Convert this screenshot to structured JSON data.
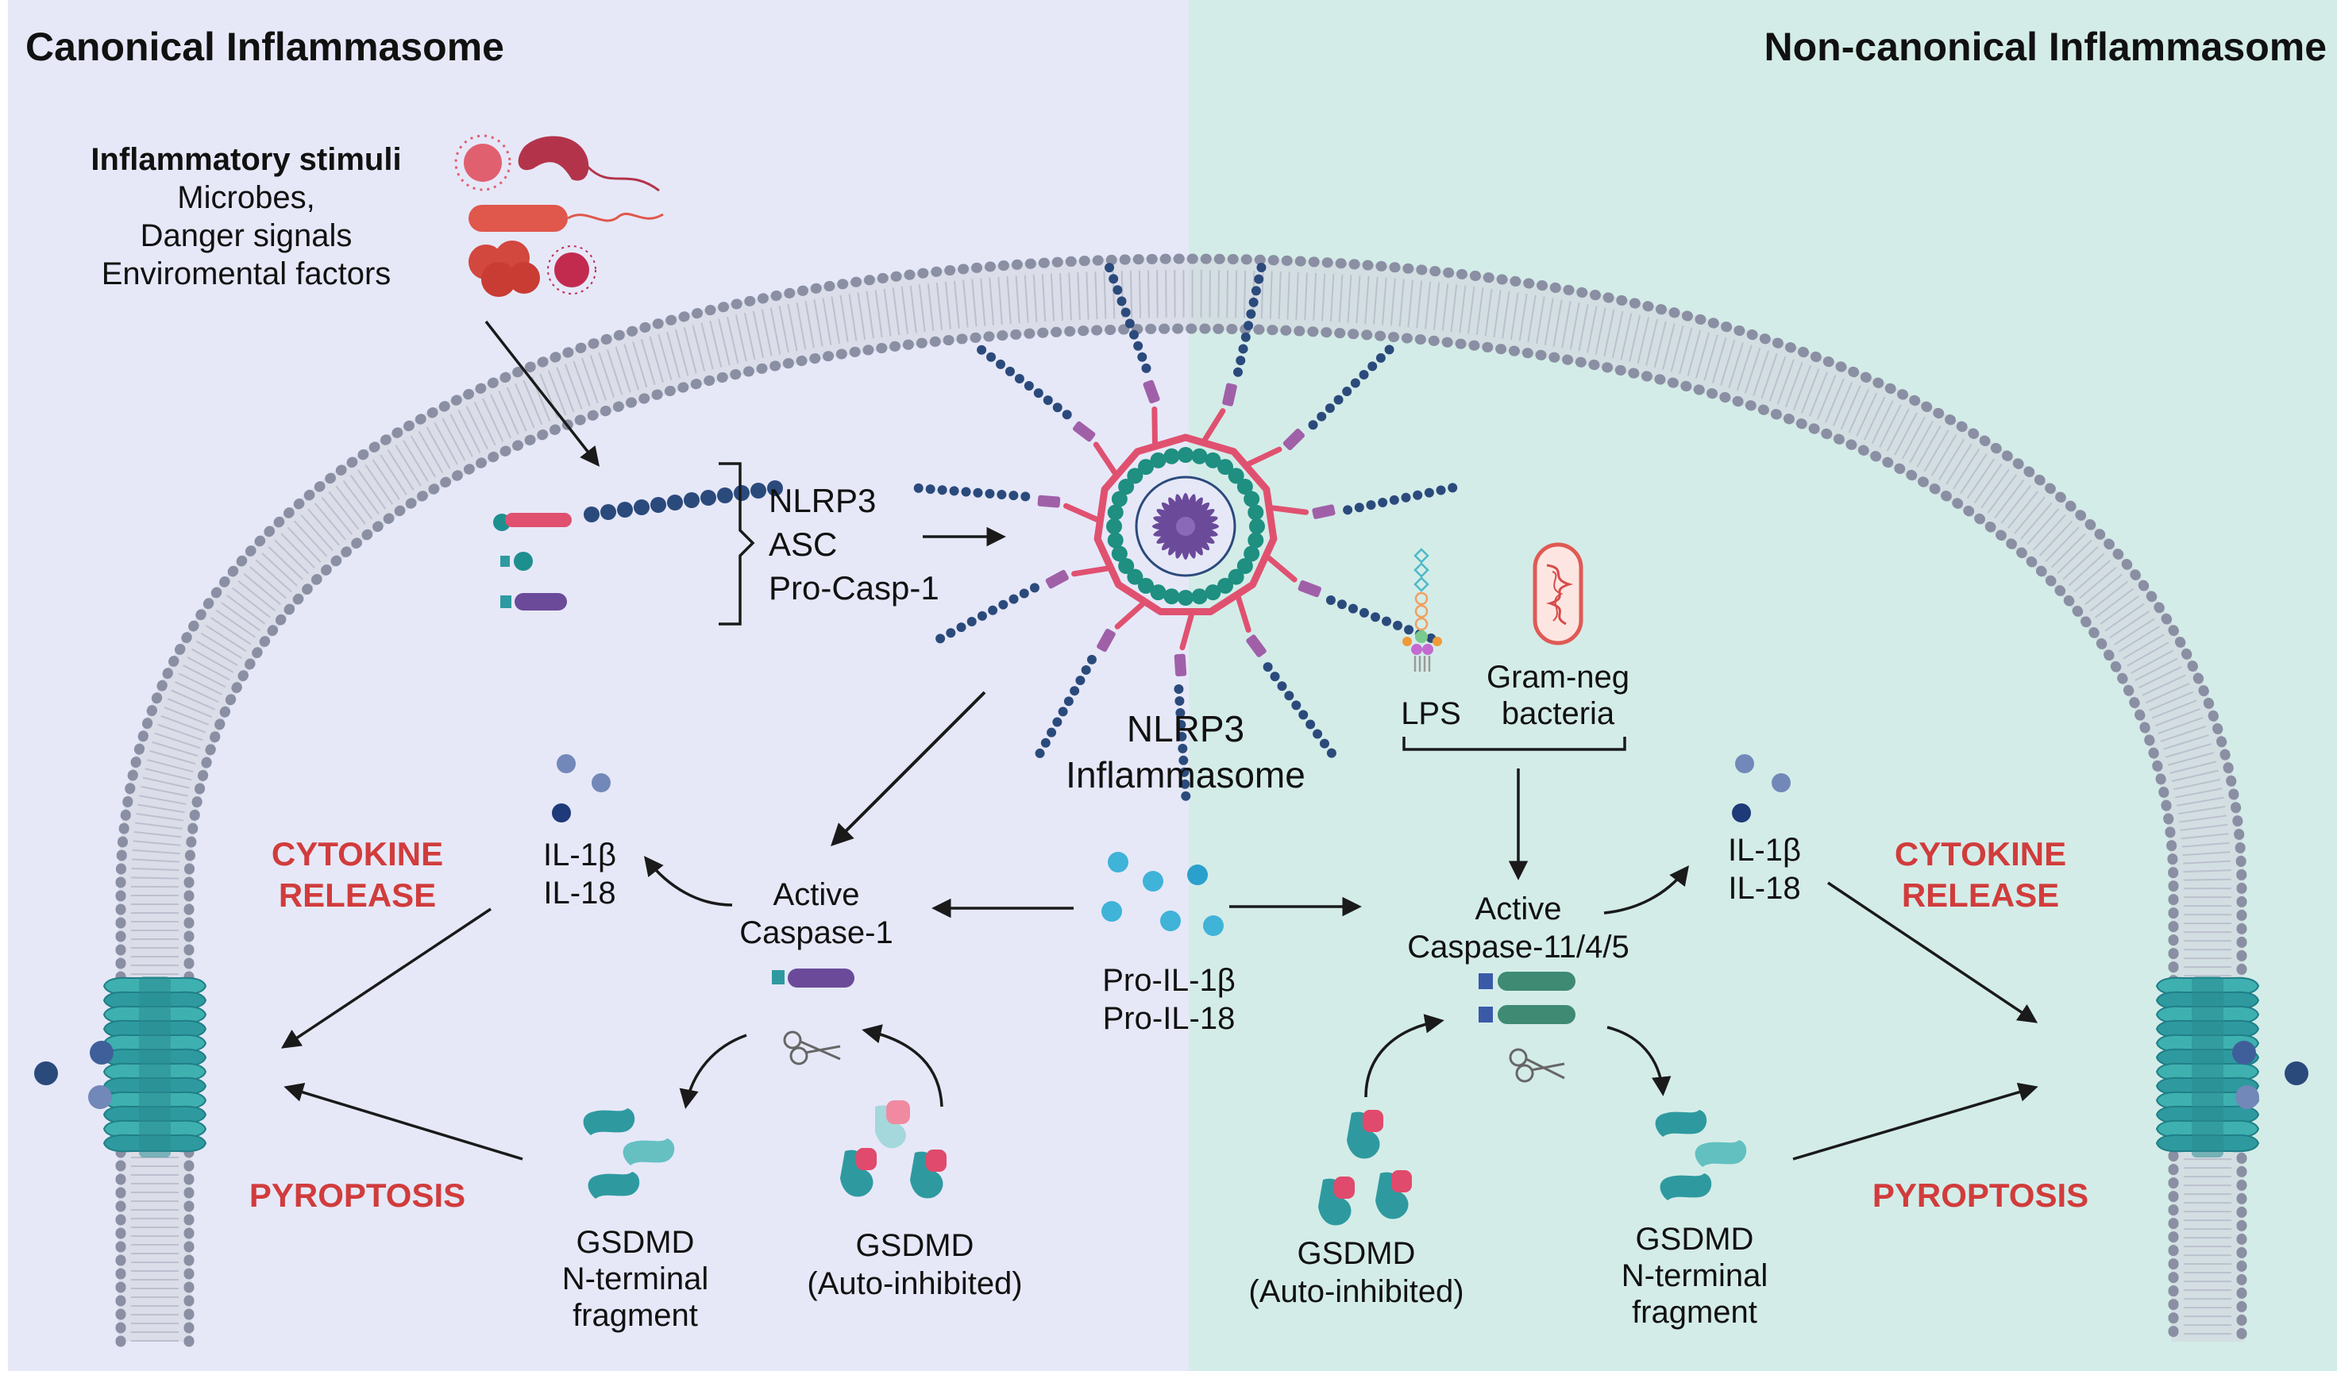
{
  "titles": {
    "left": "Canonical Inflammasome",
    "right": "Non-canonical Inflammasome"
  },
  "stimuli": {
    "heading": "Inflammatory stimuli",
    "line1": "Microbes,",
    "line2": "Danger signals",
    "line3": "Enviromental factors"
  },
  "components": {
    "nlrp3": "NLRP3",
    "asc": "ASC",
    "pro_casp1": "Pro-Casp-1"
  },
  "inflammasome": {
    "line1": "NLRP3",
    "line2": "Inflammasome"
  },
  "lps": "LPS",
  "gram_neg": {
    "line1": "Gram-neg",
    "line2": "bacteria"
  },
  "caspase1": {
    "line1": "Active",
    "line2": "Caspase-1"
  },
  "caspase11": {
    "line1": "Active",
    "line2": "Caspase-11/4/5"
  },
  "pro_il": {
    "line1": "Pro-IL-1β",
    "line2": "Pro-IL-18"
  },
  "il_left": {
    "line1": "IL-1β",
    "line2": "IL-18"
  },
  "il_right": {
    "line1": "IL-1β",
    "line2": "IL-18"
  },
  "cytokine_left": {
    "line1": "CYTOKINE",
    "line2": "RELEASE"
  },
  "cytokine_right": {
    "line1": "CYTOKINE",
    "line2": "RELEASE"
  },
  "pyroptosis_left": "PYROPTOSIS",
  "pyroptosis_right": "PYROPTOSIS",
  "gsdmd_nterm_left": {
    "line1": "GSDMD",
    "line2": "N-terminal",
    "line3": "fragment"
  },
  "gsdmd_auto_left": {
    "line1": "GSDMD",
    "line2": "(Auto-inhibited)"
  },
  "gsdmd_auto_right": {
    "line1": "GSDMD",
    "line2": "(Auto-inhibited)"
  },
  "gsdmd_nterm_right": {
    "line1": "GSDMD",
    "line2": "N-terminal",
    "line3": "fragment"
  },
  "colors": {
    "left_bg": "#e6e8f8",
    "right_bg": "#d4ece8",
    "red_label": "#d13c3c",
    "teal": "#2e9aa0",
    "purple": "#6b4a9a",
    "navy": "#2b4a7c",
    "pink": "#e04a6c"
  }
}
